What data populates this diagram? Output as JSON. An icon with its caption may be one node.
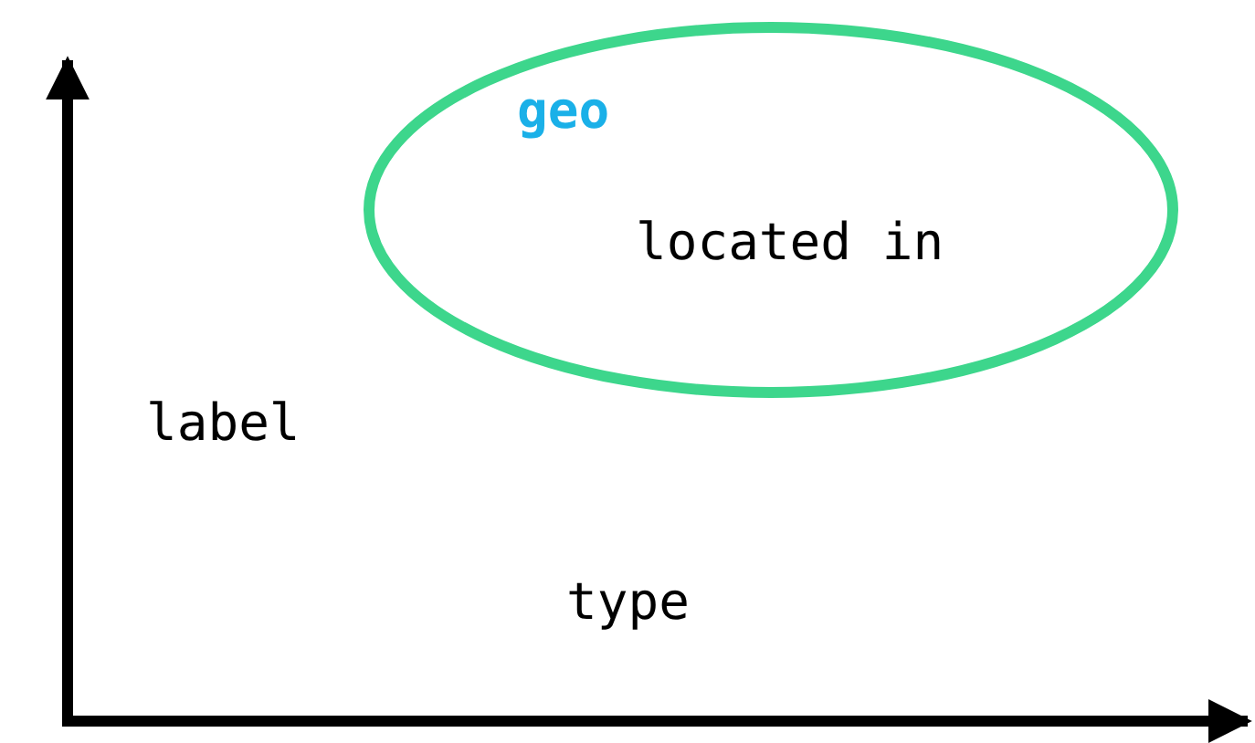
{
  "diagram": {
    "nodes": [
      {
        "text": [
          "geo",
          "located in"
        ]
      }
    ],
    "edges": [],
    "labels": [
      "label",
      "type"
    ]
  }
}
